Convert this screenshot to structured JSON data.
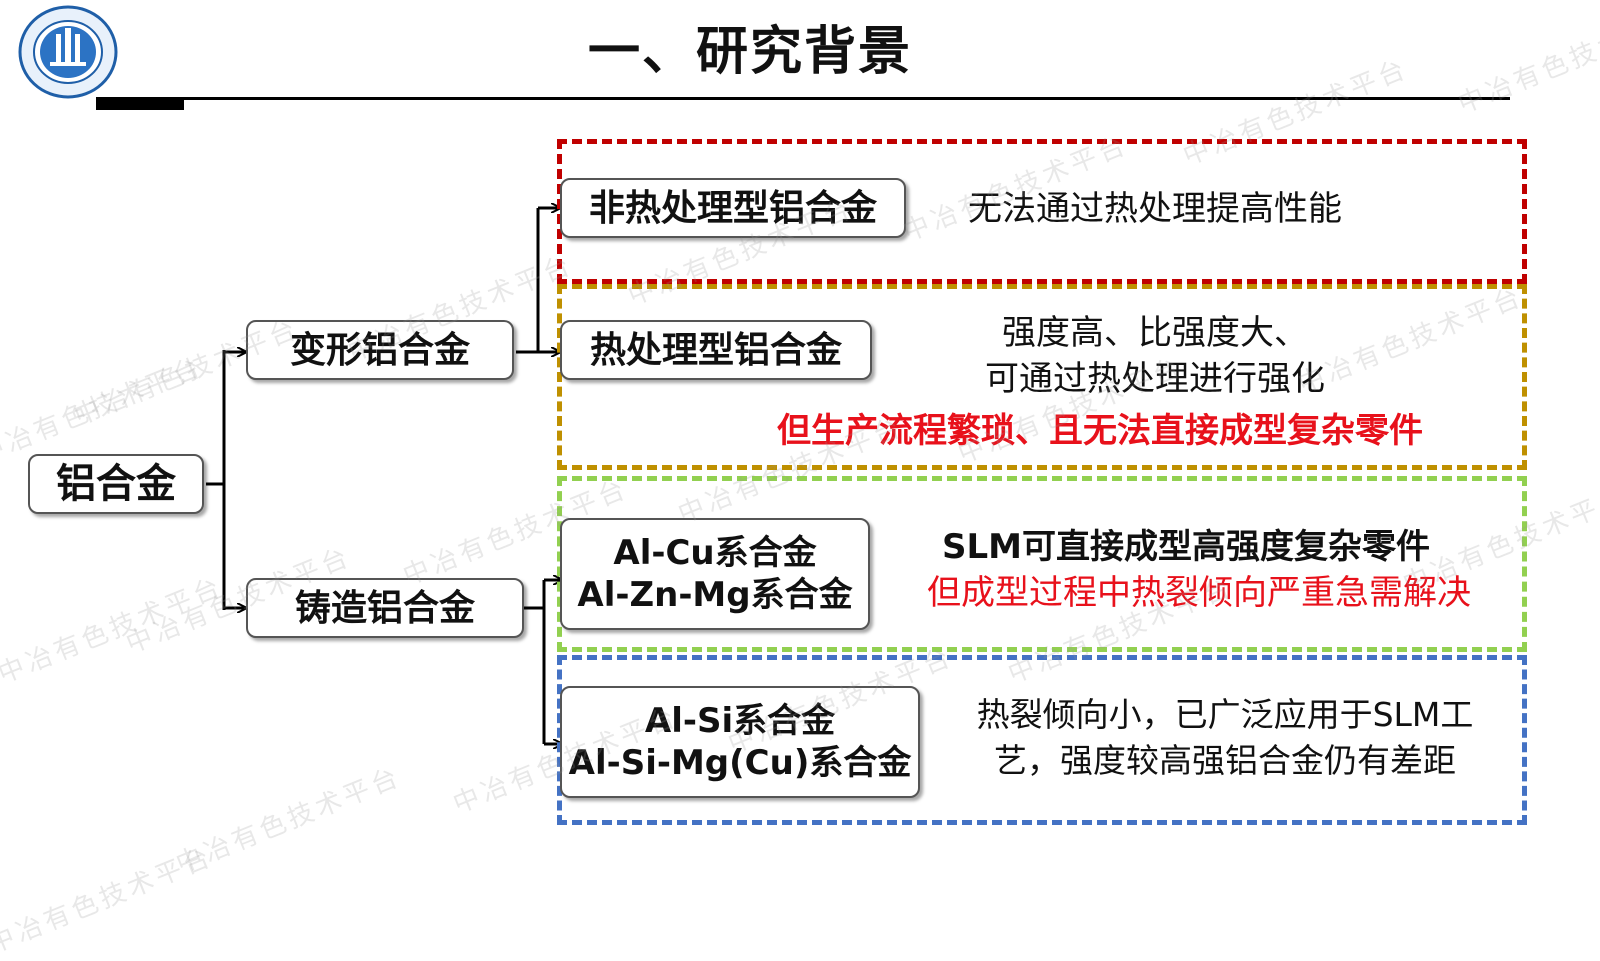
{
  "title": "一、研究背景",
  "root": {
    "label": "铝合金"
  },
  "branches": [
    {
      "label": "变形铝合金"
    },
    {
      "label": "铸造铝合金"
    }
  ],
  "groups": [
    {
      "color": "#c00000",
      "label": "非热处理型铝合金",
      "desc": [
        "无法通过热处理提高性能"
      ],
      "desc_red": ""
    },
    {
      "color": "#bf9000",
      "label": "热处理型铝合金",
      "desc": [
        "强度高、比强度大、",
        "可通过热处理进行强化"
      ],
      "desc_red": "但生产流程繁琐、且无法直接成型复杂零件"
    },
    {
      "color": "#92d050",
      "label_lines": [
        "Al-Cu系合金",
        "Al-Zn-Mg系合金"
      ],
      "desc": [
        "SLM可直接成型高强度复杂零件"
      ],
      "desc_red": "但成型过程中热裂倾向严重急需解决"
    },
    {
      "color": "#4472c4",
      "label_lines": [
        "Al-Si系合金",
        "Al-Si-Mg(Cu)系合金"
      ],
      "desc": [
        "热裂倾向小，已广泛应用于SLM工",
        "艺，强度较高强铝合金仍有差距"
      ],
      "desc_red": ""
    }
  ],
  "watermark": "中冶有色技术平台",
  "logo": {
    "name": "university-logo"
  }
}
